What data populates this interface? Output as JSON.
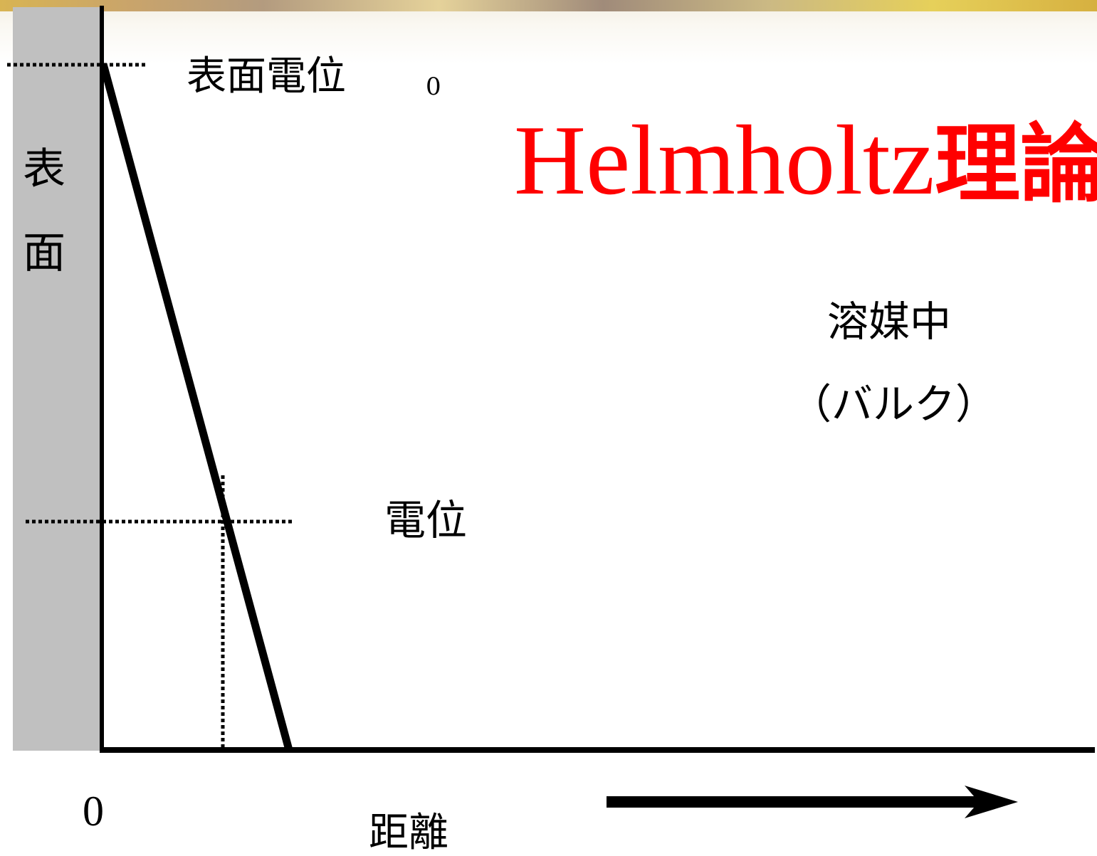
{
  "title": {
    "latin": "Helmholtz",
    "kanji": "理論"
  },
  "surface": {
    "chars": [
      "表",
      "面"
    ]
  },
  "labels": {
    "surface_potential": "表面電位",
    "surface_potential_subscript": "0",
    "solvent": "溶媒中",
    "bulk": "（バルク）",
    "potential": "電位",
    "origin": "0",
    "distance": "距離"
  },
  "colors": {
    "title": "#ff0000",
    "surface_panel": "#c0c0c0",
    "lines": "#000000",
    "banner": "#d8b453"
  }
}
